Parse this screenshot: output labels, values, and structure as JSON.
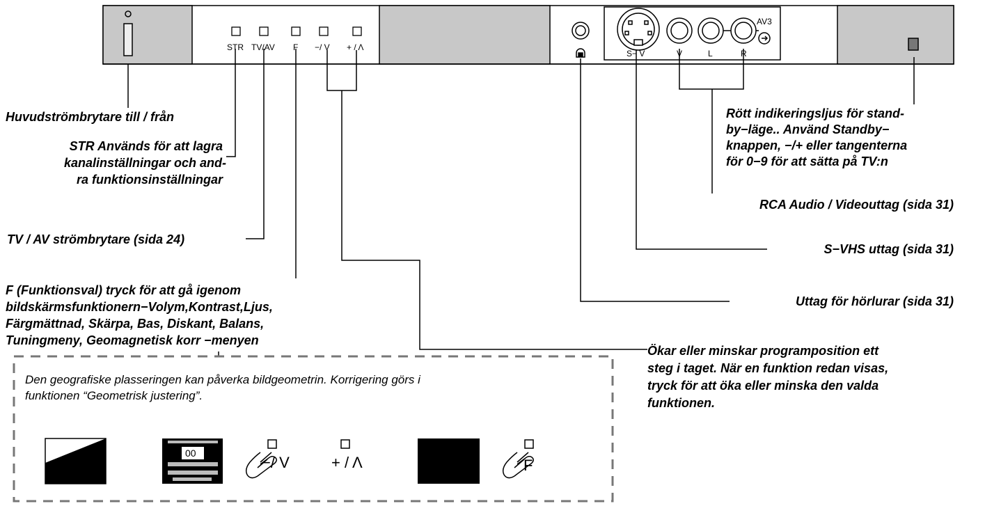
{
  "panel": {
    "buttons": [
      {
        "label": "STR"
      },
      {
        "label": "TV/AV"
      },
      {
        "label": "F"
      },
      {
        "label": "−/ V"
      },
      {
        "label": "+ / Λ"
      }
    ],
    "jacks": {
      "av3": "AV3",
      "svideo": "S− V",
      "v": "V",
      "l": "L",
      "r": "R"
    }
  },
  "callouts": {
    "power": "Huvudströmbrytare till / från",
    "str": [
      "STR  Används för att lagra",
      "kanalinställningar och and-",
      "ra funktionsinställningar"
    ],
    "tvav": "TV / AV strömbrytare (sida 24)",
    "f": [
      "F (Funktionsval) tryck för att gå igenom",
      "bildskärmsfunktionern−Volym,Kontrast,Ljus,",
      "Färgmättnad, Skärpa, Bas, Diskant, Balans,",
      "Tuningmeny, Geomagnetisk korr −menyen"
    ],
    "standby": [
      "Rött indikeringsljus för stand-",
      "by−läge.. Använd Standby−",
      "knappen,  −/+ eller tangenterna",
      "för 0−9 för att sätta på TV:n"
    ],
    "rca": "RCA Audio / Videouttag (sida 31)",
    "svhs": "S−VHS uttag (sida 31)",
    "headphones": "Uttag för hörlurar (sida 31)",
    "program": [
      "Ökar eller minskar programposition ett",
      "steg i taget. När en funktion redan visas,",
      "tryck för att öka eller minska den valda",
      "funktionen."
    ]
  },
  "note": {
    "lines": [
      "Den geografiske plasseringen kan påverka bildgeometrin. Korrigering görs i",
      "funktionen “Geometrisk justering”."
    ],
    "screen_value": "00",
    "minus_label": "−/ V",
    "plus_label": "+ / Λ",
    "f_label": "F"
  }
}
